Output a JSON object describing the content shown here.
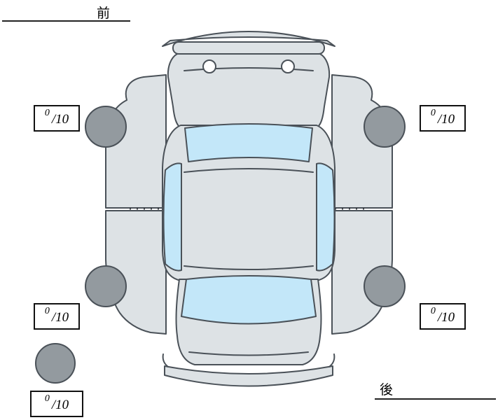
{
  "orientation": {
    "front_label": "前",
    "rear_label": "後"
  },
  "tire_scores": {
    "front_left": {
      "value": "0",
      "max": "/10"
    },
    "front_right": {
      "value": "0",
      "max": "/10"
    },
    "rear_left": {
      "value": "0",
      "max": "/10"
    },
    "rear_right": {
      "value": "0",
      "max": "/10"
    },
    "spare": {
      "value": "0",
      "max": "/10"
    }
  },
  "colors": {
    "body": "#dde2e5",
    "window": "#c3e7f9",
    "tire": "#939a9f",
    "detail": "#ffffff",
    "outline": "#4a5158"
  }
}
